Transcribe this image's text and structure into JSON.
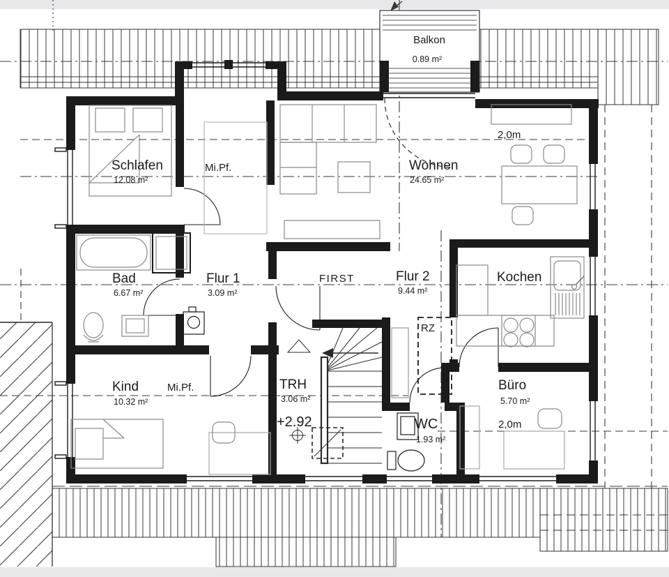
{
  "plan": {
    "rooms": {
      "balkon": {
        "name": "Balkon",
        "area": "0.89 m²"
      },
      "schlafen": {
        "name": "Schlafen",
        "area": "12.08 m²"
      },
      "wohnen": {
        "name": "Wohnen",
        "area": "24.65 m²"
      },
      "bad": {
        "name": "Bad",
        "area": "6.67 m²"
      },
      "flur1": {
        "name": "Flur 1",
        "area": "3.09 m²"
      },
      "flur2": {
        "name": "Flur 2",
        "area": "9.44 m²"
      },
      "kochen": {
        "name": "Kochen"
      },
      "kind": {
        "name": "Kind",
        "area": "10.32 m²"
      },
      "trh": {
        "name": "TRH",
        "area": "3.06 m²"
      },
      "wc": {
        "name": "WC",
        "area": "1.93 m²"
      },
      "buero": {
        "name": "Büro",
        "area": "5.70 m²"
      }
    },
    "annotations": {
      "first": "FIRST",
      "mipf_top": "Mi.Pf.",
      "mipf_bottom": "Mi.Pf.",
      "height_top": "2,0m",
      "height_bottom": "2,0m",
      "rz": "RZ",
      "level": "+2.92"
    },
    "colors": {
      "wall": "#1b1b1b",
      "hatch": "#4a4a4a",
      "furniture": "#8a8a8a",
      "refline": "#3a3a3a"
    }
  }
}
